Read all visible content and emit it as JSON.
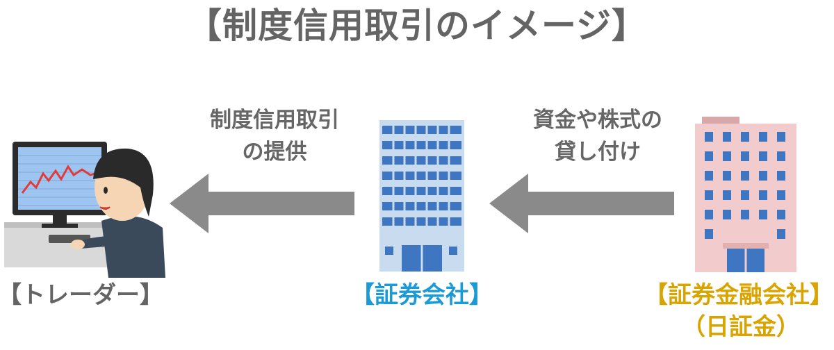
{
  "title": "【制度信用取引のイメージ】",
  "flows": {
    "left_line1": "制度信用取引",
    "left_line2": "の提供",
    "right_line1": "資金や株式の",
    "right_line2": "貸し付け"
  },
  "nodes": {
    "trader": {
      "label": "【トレーダー】",
      "color": "#646464"
    },
    "securities_company": {
      "label": "【証券会社】",
      "color": "#1a9ad6"
    },
    "finance_company": {
      "label": "【証券金融会社】",
      "sublabel": "（日証金）",
      "color": "#d9a400"
    }
  },
  "colors": {
    "arrow": "#8a8a8a",
    "building_blue": "#3f76c2",
    "building_blue_light": "#c9dcef",
    "building_pink": "#f2cccc",
    "building_pink_window": "#3f76c2"
  }
}
